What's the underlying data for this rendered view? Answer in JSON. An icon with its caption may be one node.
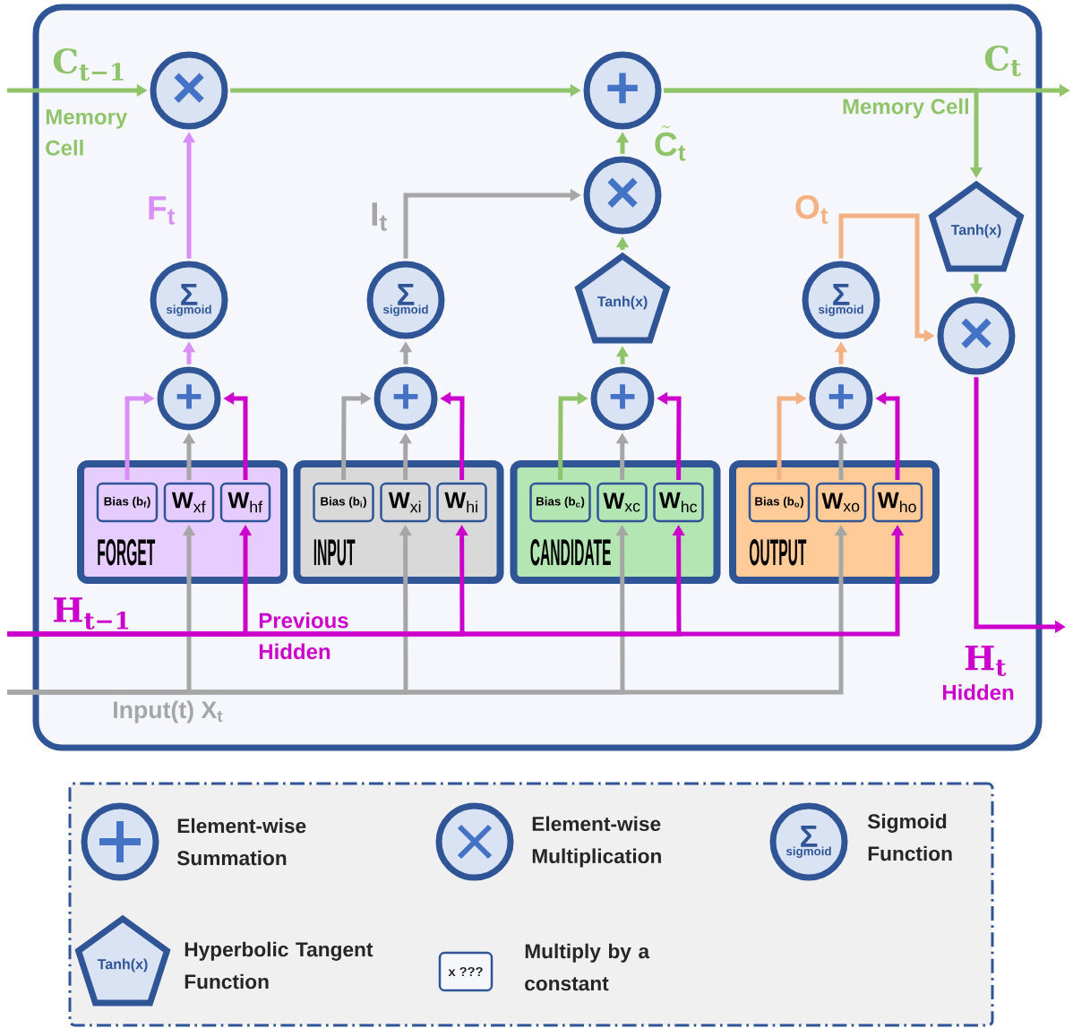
{
  "diagram": {
    "nodes": [
      {
        "text": [],
        "shape": "box"
      },
      {
        "text": [
          "×"
        ],
        "in": 0
      },
      {
        "text": [
          "+"
        ],
        "in": 0
      },
      {
        "text": [
          "×"
        ],
        "in": 0
      },
      {
        "text": [
          "Tanh(x)"
        ],
        "in": 0
      },
      {
        "text": [
          "Tanh(x)"
        ],
        "in": 0
      },
      {
        "text": [
          "×"
        ],
        "in": 0
      },
      {
        "text": [
          "Σ",
          "sigmoid"
        ],
        "in": 0
      },
      {
        "text": [
          "Σ",
          "sigmoid"
        ],
        "in": 0
      },
      {
        "text": [
          "Σ",
          "sigmoid"
        ],
        "in": 0
      },
      {
        "text": [
          "+"
        ],
        "in": 0
      },
      {
        "text": [
          "+"
        ],
        "in": 0
      },
      {
        "text": [
          "+"
        ],
        "in": 0
      },
      {
        "text": [
          "+"
        ],
        "in": 0
      },
      {
        "text": [
          "FORGET"
        ],
        "in": 0
      },
      {
        "text": [
          "Bias (b$_{f}$)"
        ],
        "in": 14
      },
      {
        "text": [
          "**W**$_{xf}$"
        ],
        "in": 14
      },
      {
        "text": [
          "**W**$_{hf}$"
        ],
        "in": 14
      },
      {
        "text": [
          "INPUT"
        ],
        "in": 0
      },
      {
        "text": [
          "Bias (b$_{i}$)"
        ],
        "in": 18
      },
      {
        "text": [
          "**W**$_{xi}$"
        ],
        "in": 18
      },
      {
        "text": [
          "**W**$_{hi}$"
        ],
        "in": 18
      },
      {
        "text": [
          "CANDIDATE"
        ],
        "in": 0
      },
      {
        "text": [
          "Bias (b$_{c}$)"
        ],
        "in": 22
      },
      {
        "text": [
          "**W**$_{xc}$"
        ],
        "in": 22
      },
      {
        "text": [
          "**W**$_{hc}$"
        ],
        "in": 22
      },
      {
        "text": [
          "OUTPUT"
        ],
        "in": 0
      },
      {
        "text": [
          "Bias (b$_{o}$)"
        ],
        "in": 26
      },
      {
        "text": [
          "**W**$_{xo}$"
        ],
        "in": 26
      },
      {
        "text": [
          "**W**$_{ho}$"
        ],
        "in": 26
      }
    ],
    "edges": [
      {
        "from": null,
        "to": 1,
        "arrow": "to",
        "color": "#8fc46a"
      },
      {
        "from": 1,
        "to": 2,
        "arrow": "to",
        "color": "#8fc46a"
      },
      {
        "from": 2,
        "to": null,
        "arrow": "to",
        "color": "#8fc46a"
      },
      {
        "from": 2,
        "to": 5,
        "arrow": "to",
        "color": "#8fc46a"
      },
      {
        "from": 5,
        "to": 6,
        "arrow": "to",
        "color": "#8fc46a"
      },
      {
        "from": 6,
        "to": null,
        "arrow": "to",
        "color": "#cc00cc"
      },
      {
        "from": 3,
        "to": 2,
        "arrow": "to",
        "color": "#8fc46a",
        "label": "\\tilde{\\mathbf{C}}_{\\mathbf{t}}"
      },
      {
        "from": 4,
        "to": 3,
        "arrow": "to",
        "color": "#8fc46a"
      },
      {
        "from": 7,
        "to": 1,
        "arrow": "to",
        "color": "#d98ff5",
        "label": "\\mathbf{F}_{\\mathbf{t}}"
      },
      {
        "from": 8,
        "to": 3,
        "arrow": "to",
        "color": "#a6a6a6",
        "label": "\\mathbf{I}_{\\mathbf{t}}"
      },
      {
        "from": 9,
        "to": 6,
        "arrow": "to",
        "color": "#f4b183",
        "label": "\\mathbf{O}_{\\mathbf{t}}"
      },
      {
        "from": 10,
        "to": 7,
        "arrow": "to",
        "color": "#d98ff5"
      },
      {
        "from": 11,
        "to": 8,
        "arrow": "to",
        "color": "#a6a6a6"
      },
      {
        "from": 12,
        "to": 4,
        "arrow": "to",
        "color": "#8fc46a"
      },
      {
        "from": 13,
        "to": 9,
        "arrow": "to",
        "color": "#f4b183"
      },
      {
        "from": 15,
        "to": 10,
        "arrow": "to",
        "color": "#d98ff5"
      },
      {
        "from": 16,
        "to": 10,
        "arrow": "to",
        "color": "#a6a6a6"
      },
      {
        "from": 17,
        "to": 10,
        "arrow": "to",
        "color": "#cc00cc"
      },
      {
        "from": 19,
        "to": 11,
        "arrow": "to",
        "color": "#a6a6a6"
      },
      {
        "from": 20,
        "to": 11,
        "arrow": "to",
        "color": "#a6a6a6"
      },
      {
        "from": 21,
        "to": 11,
        "arrow": "to",
        "color": "#cc00cc"
      },
      {
        "from": 23,
        "to": 12,
        "arrow": "to",
        "color": "#8fc46a"
      },
      {
        "from": 24,
        "to": 12,
        "arrow": "to",
        "color": "#a6a6a6"
      },
      {
        "from": 25,
        "to": 12,
        "arrow": "to",
        "color": "#cc00cc"
      },
      {
        "from": 27,
        "to": 13,
        "arrow": "to",
        "color": "#f4b183"
      },
      {
        "from": 28,
        "to": 13,
        "arrow": "to",
        "color": "#a6a6a6"
      },
      {
        "from": 29,
        "to": 13,
        "arrow": "to",
        "color": "#cc00cc"
      },
      {
        "from": null,
        "to": 16,
        "arrow": "to",
        "color": "#a6a6a6"
      },
      {
        "from": null,
        "to": 20,
        "arrow": "to",
        "color": "#a6a6a6"
      },
      {
        "from": null,
        "to": 24,
        "arrow": "to",
        "color": "#a6a6a6"
      },
      {
        "from": null,
        "to": 28,
        "arrow": "to",
        "color": "#a6a6a6"
      },
      {
        "from": null,
        "to": 17,
        "arrow": "to",
        "color": "#cc00cc"
      },
      {
        "from": null,
        "to": 21,
        "arrow": "to",
        "color": "#cc00cc"
      },
      {
        "from": null,
        "to": 25,
        "arrow": "to",
        "color": "#cc00cc"
      },
      {
        "from": null,
        "to": 29,
        "arrow": "to",
        "color": "#cc00cc"
      }
    ],
    "labels": [
      "C$_{t−1}$",
      "Memory Cell",
      "C$_{t}$",
      "Memory Cell",
      "H$_{t−1}$",
      "Previous Hidden",
      "Input(t) X$_{t}$",
      "H$_{t}$",
      "Hidden",
      "Σ",
      "sigmoid",
      "Tanh(x)",
      "x ???"
    ],
    "legend": [
      {
        "text": "Element-wise Summation"
      },
      {
        "text": "Element-wise Multiplication"
      },
      {
        "text": "Sigmoid Function"
      },
      {
        "text": "Hyperbolic Tangent Function"
      },
      {
        "text": "Multiply by a constant"
      }
    ]
  }
}
